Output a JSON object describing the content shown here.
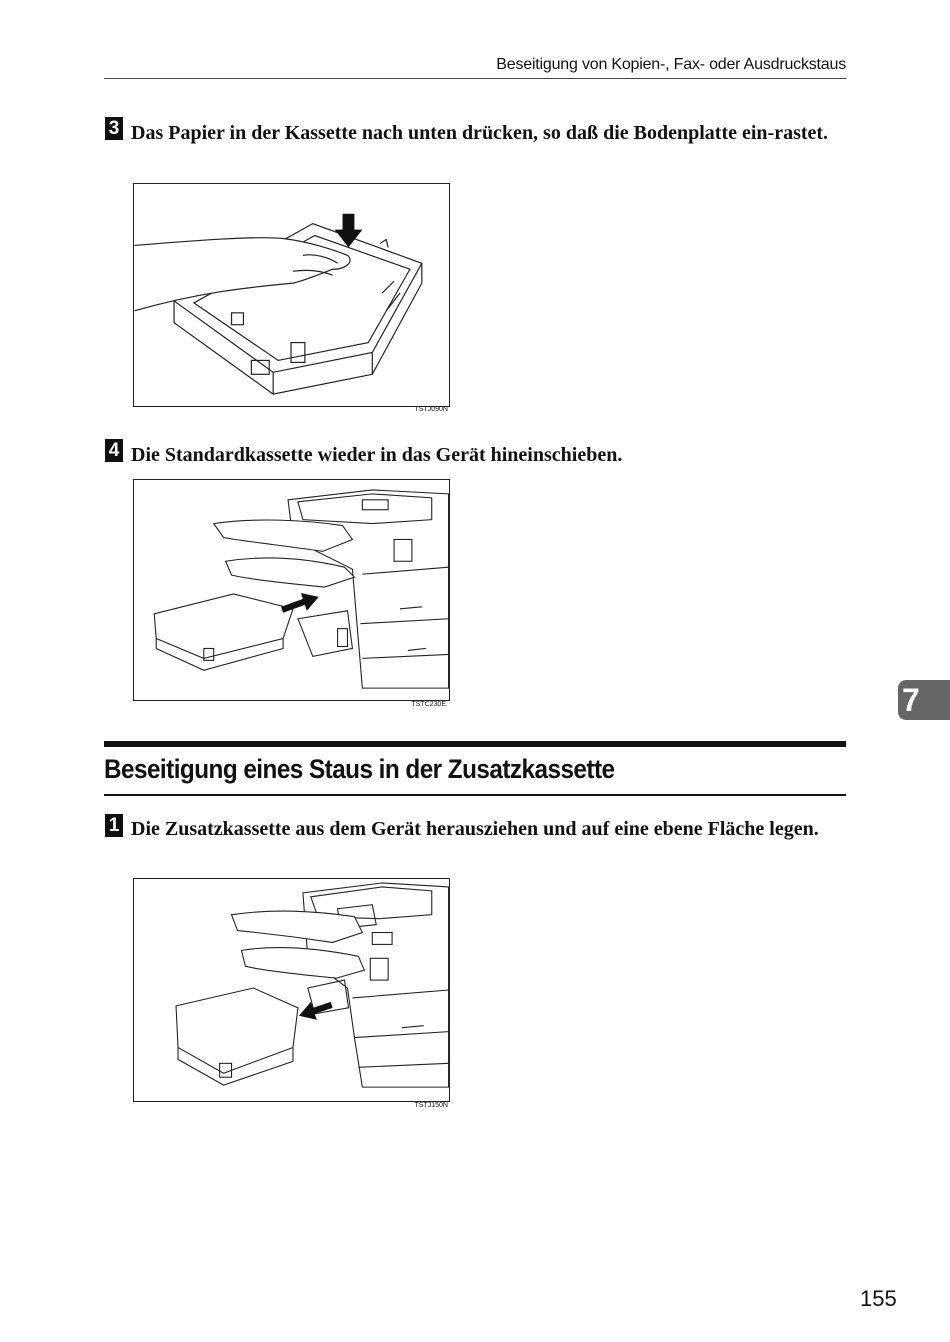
{
  "header": {
    "running_title": "Beseitigung von Kopien-, Fax- oder Ausdruckstaus"
  },
  "steps": [
    {
      "number": "3",
      "text": "Das Papier in der Kassette nach unten drücken, so daß die Bodenplatte ein-rastet.",
      "figure_code": "TSTJ090N"
    },
    {
      "number": "4",
      "text": "Die Standardkassette wieder in das Gerät hineinschieben.",
      "figure_code": "TSTC230E"
    }
  ],
  "section": {
    "title": "Beseitigung eines Staus in der Zusatzkassette",
    "steps": [
      {
        "number": "1",
        "text": "Die Zusatzkassette aus dem Gerät herausziehen und auf eine ebene Fläche legen.",
        "figure_code": "TSTJ150N"
      }
    ]
  },
  "chapter_tab": "7",
  "page_number": "155"
}
